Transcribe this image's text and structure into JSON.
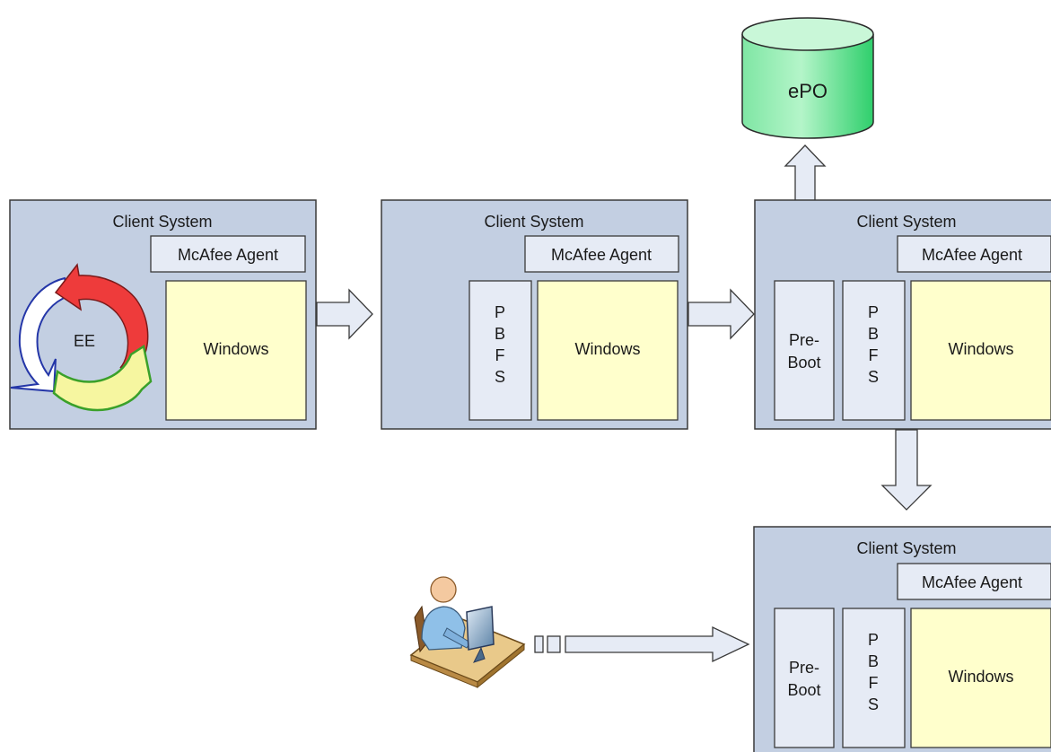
{
  "database": {
    "label": "ePO"
  },
  "systems": [
    {
      "title": "Client System",
      "agent": "McAfee Agent",
      "windows": "Windows",
      "ee_label": "EE"
    },
    {
      "title": "Client System",
      "agent": "McAfee Agent",
      "pbfs": [
        "P",
        "B",
        "F",
        "S"
      ],
      "windows": "Windows"
    },
    {
      "title": "Client System",
      "agent": "McAfee Agent",
      "preboot": [
        "Pre-",
        "Boot"
      ],
      "pbfs": [
        "P",
        "B",
        "F",
        "S"
      ],
      "windows": "Windows"
    },
    {
      "title": "Client System",
      "agent": "McAfee Agent",
      "preboot": [
        "Pre-",
        "Boot"
      ],
      "pbfs": [
        "P",
        "B",
        "F",
        "S"
      ],
      "windows": "Windows"
    }
  ],
  "colors": {
    "system_fill": "#c3cfe2",
    "system_stroke": "#3a3a3a",
    "agent_fill": "#e6ebf5",
    "windows_fill": "#ffffcc",
    "pbfs_fill": "#e6ebf5",
    "arrow_fill": "#e6ebf5",
    "db_fill": "#4ddb82",
    "db_top": "#a8f0c0"
  },
  "icons": [
    "encryption-cycle-icon",
    "user-at-computer-icon"
  ]
}
